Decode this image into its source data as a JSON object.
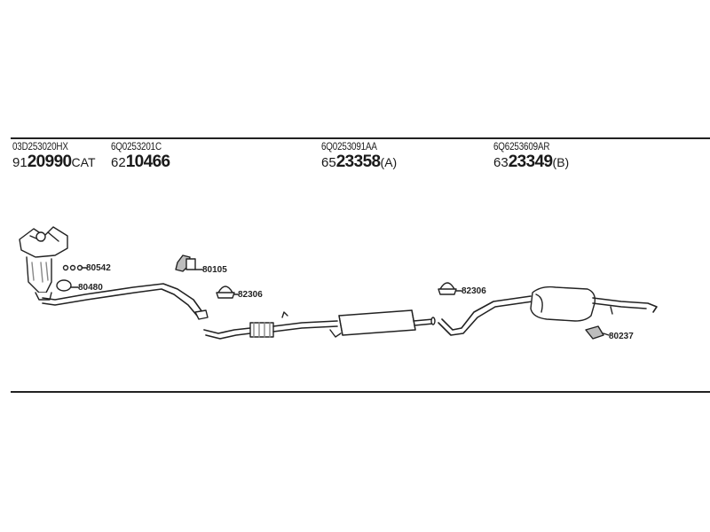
{
  "parts": [
    {
      "oem": "03D253020HX",
      "prefix": "91",
      "number": "20990",
      "suffix": "CAT"
    },
    {
      "oem": "6Q0253201C",
      "prefix": "62",
      "number": "10466",
      "suffix": ""
    },
    {
      "oem": "6Q0253091AA",
      "prefix": "65",
      "number": "23358",
      "suffix": "(A)"
    },
    {
      "oem": "6Q6253609AR",
      "prefix": "63",
      "number": "23349",
      "suffix": "(B)"
    }
  ],
  "callouts": [
    "80542",
    "80480",
    "80105",
    "82306",
    "82306",
    "80237"
  ],
  "colors": {
    "line": "#222222",
    "fill": "#ffffff",
    "shade": "#bdbdbd"
  }
}
